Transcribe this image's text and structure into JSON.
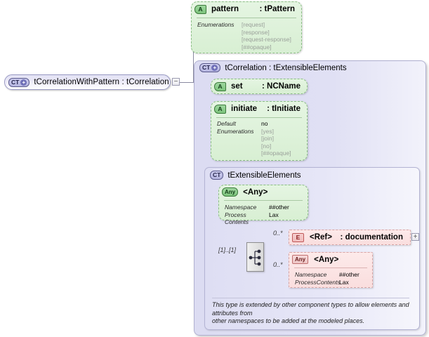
{
  "diagram": {
    "type": "xsd-schema-diagram",
    "root": {
      "badge": "CT",
      "badge_icon": "plus-circle-icon",
      "label": "tCorrelationWithPattern : tCorrelation",
      "expander": "−"
    },
    "pattern_attribute": {
      "badge": "A",
      "name": "pattern",
      "type": ": tPattern",
      "props": [
        {
          "key": "Enumerations",
          "values": [
            "[request]",
            "[response]",
            "[request-response]",
            "[##opaque]"
          ]
        }
      ]
    },
    "correlation_container": {
      "badge": "CT",
      "badge_icon": "plus-circle-icon",
      "title": "tCorrelation : tExtensibleElements",
      "set_attribute": {
        "badge": "A",
        "name": "set",
        "type": ": NCName"
      },
      "initiate_attribute": {
        "badge": "A",
        "name": "initiate",
        "type": ": tInitiate",
        "default_key": "Default",
        "default_value": "no",
        "enum_key": "Enumerations",
        "enum_values": [
          "[yes]",
          "[join]",
          "[no]",
          "[##opaque]"
        ]
      }
    },
    "extensible_container": {
      "badge": "CT",
      "title": "tExtensibleElements",
      "any_attribute": {
        "badge": "Any",
        "name": "<Any>",
        "props": [
          {
            "key": "Namespace",
            "value": "##other"
          },
          {
            "key": "Process Contents",
            "value": "Lax"
          }
        ]
      },
      "sequence": {
        "icon": "sequence-compositor-icon",
        "cardinality": "[1]..[1]"
      },
      "ref_element": {
        "badge": "E",
        "name": "<Ref>",
        "type": ": documentation",
        "cardinality": "0..*",
        "expander": "+"
      },
      "any_element": {
        "badge": "Any",
        "name": "<Any>",
        "cardinality": "0..*",
        "props": [
          {
            "key": "Namespace",
            "value": "##other"
          },
          {
            "key": "ProcessContents",
            "value": "Lax"
          }
        ]
      },
      "documentation": {
        "line1": "This type is extended by other component types to allow elements and",
        "line2": "attributes from",
        "line3": "other namespaces to be added at the modeled places."
      }
    },
    "colors": {
      "container_fill": "#e0e0f4",
      "attribute_fill": "#d8efd3",
      "element_fill": "#fadede",
      "line": "#8a8aa0",
      "badge_ct": "#b6b6e0",
      "badge_a": "#7cc47c",
      "badge_e": "#f0bcbc"
    }
  }
}
